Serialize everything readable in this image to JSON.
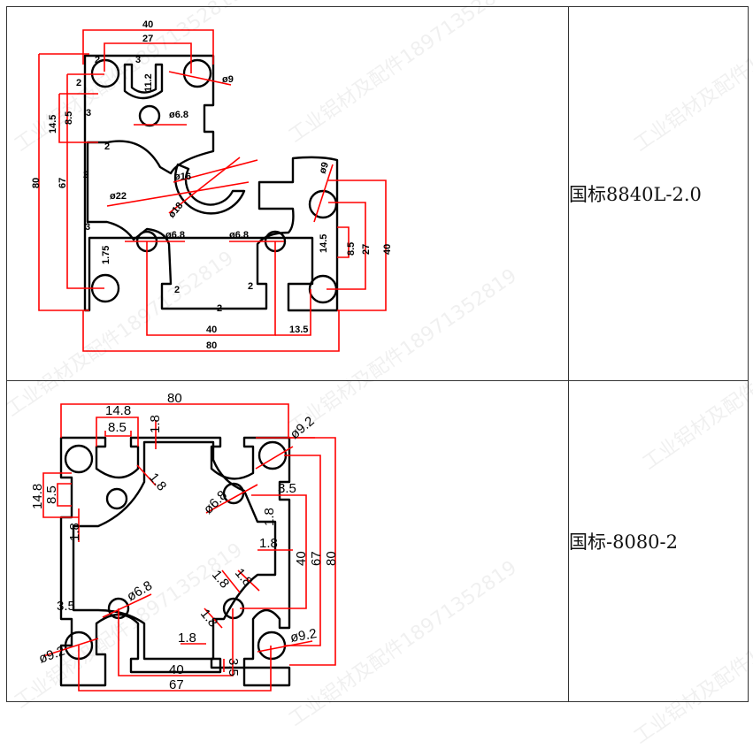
{
  "watermark": "工业铝材及配件18971352819",
  "rows": [
    {
      "label": "国标8840L-2.0",
      "dims": {
        "d40_top": "40",
        "d27_top": "27",
        "d2a": "2",
        "d3a": "3",
        "d11_2": "11.2",
        "dphi9a": "ø9",
        "d2b": "2",
        "d14_5a": "14.5",
        "d8_5a": "8.5",
        "d3b": "3",
        "dphi6_8a": "ø6.8",
        "d2c": "2",
        "d80_left": "80",
        "d67_left": "67",
        "d2d": "2",
        "dphi22": "ø22",
        "dphi16": "ø16",
        "dphi18": "ø18",
        "dphi9b": "ø9",
        "d3c": "3",
        "d1_75": "1.75",
        "dphi6_8b": "ø6.8",
        "dphi6_8c": "ø6.8",
        "d14_5b": "14.5",
        "d8_5b": "8.5",
        "d27_right": "27",
        "d40_right": "40",
        "d2e": "2",
        "d2f": "2",
        "d2g": "2",
        "d40_bottom": "40",
        "d13_5": "13.5",
        "d80_bottom": "80"
      }
    },
    {
      "label": "国标-8080-2",
      "dims": {
        "d80_top": "80",
        "d14_8a": "14.8",
        "d8_5a": "8.5",
        "d1_8a": "1.8",
        "dphi9_2a": "ø9.2",
        "d1_8b": "1.8",
        "d14_8b": "14.8",
        "d8_5b": "8.5",
        "dphi6_8a": "ø6.8",
        "d3_5a": "3.5",
        "d1_8c": "1.8",
        "d1_8d": "1.8",
        "d1_8e": "1.8",
        "d40_right": "40",
        "d67_right": "67",
        "d80_right": "80",
        "d1_8f": "1.8",
        "d1_8g": "1.8",
        "d3_5b": "3.5",
        "dphi6_8b": "ø6.8",
        "d1_8h": "1.8",
        "d1_8i": "1.8",
        "dphi9_2b": "ø9.2",
        "dphi9_2c": "ø9.2",
        "d3_5c": "3.5",
        "d40_bottom": "40",
        "d67_bottom": "67"
      }
    }
  ]
}
